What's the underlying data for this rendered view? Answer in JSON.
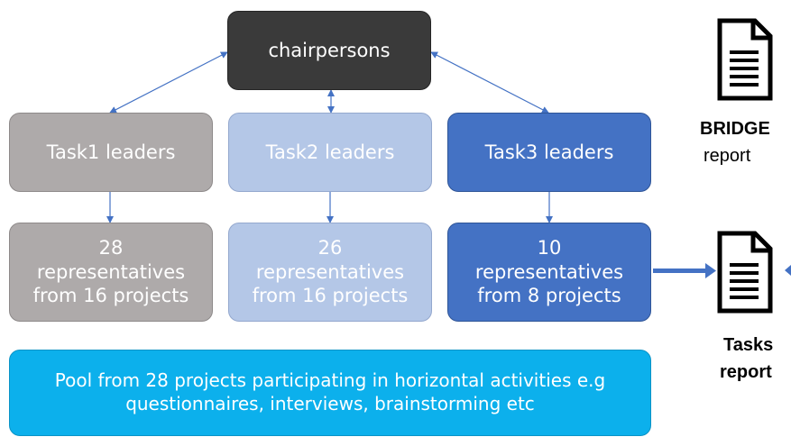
{
  "chairpersons": "chairpersons",
  "tasks": [
    {
      "label": "Task1 leaders",
      "color": "#aeaaaa"
    },
    {
      "label": "Task2 leaders",
      "color": "#b4c7e7"
    },
    {
      "label": "Task3 leaders",
      "color": "#4472c4"
    }
  ],
  "representatives": [
    {
      "count": "28",
      "line2": "representatives",
      "line3": "from 16 projects"
    },
    {
      "count": "26",
      "line2": "representatives",
      "line3": "from 16 projects"
    },
    {
      "count": "10",
      "line2": "representatives",
      "line3": "from 8 projects"
    }
  ],
  "pool": {
    "line1": "Pool from 28 projects participating in horizontal activities e.g",
    "line2": "questionnaires, interviews, brainstorming etc",
    "color": "#0cb0ec"
  },
  "bridge_report": {
    "title": "BRIDGE",
    "subtitle": "report",
    "icon": "document-icon"
  },
  "tasks_report": {
    "title": "Tasks",
    "subtitle": "report",
    "icon": "document-icon"
  },
  "colors": {
    "arrow": "#4472c4",
    "chair": "#3a3a3a"
  }
}
